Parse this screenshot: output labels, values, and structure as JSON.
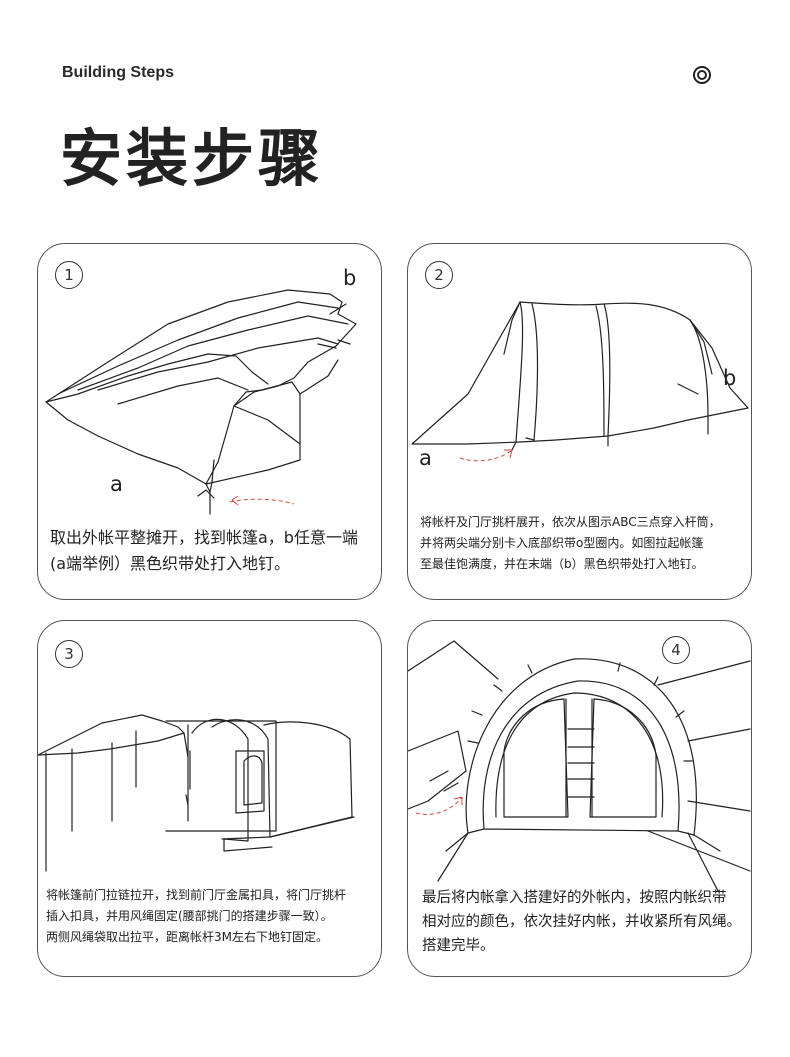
{
  "header": {
    "label": "Building Steps",
    "icon": "target-circle-icon"
  },
  "title": "安装步骤",
  "steps": [
    {
      "number": "1",
      "tags": [
        "a",
        "b"
      ],
      "lines": [
        "取出外帐平整摊开，找到帐篷a，b任意一端",
        "(a端举例）黑色织带处打入地钉。"
      ]
    },
    {
      "number": "2",
      "tags": [
        "a",
        "b"
      ],
      "lines": [
        "将帐杆及门厅挑杆展开，依次从图示ABC三点穿入杆筒，",
        "并将两尖端分别卡入底部织带o型圈内。如图拉起帐篷",
        "至最佳饱满度，并在末端（b）黑色织带处打入地钉。"
      ]
    },
    {
      "number": "3",
      "tags": [],
      "lines": [
        "将帐篷前门拉链拉开，找到前门厅金属扣具，将门厅挑杆",
        "插入扣具，并用风绳固定(腰部挑门的搭建步骤一致）。",
        "两侧风绳袋取出拉平，距离帐杆3M左右下地钉固定。"
      ]
    },
    {
      "number": "4",
      "tags": [],
      "lines": [
        "最后将内帐拿入搭建好的外帐内，按照内帐织带",
        "相对应的颜色，依次挂好内帐，并收紧所有风绳。",
        "搭建完毕。"
      ]
    }
  ],
  "colors": {
    "line_art": "#222222",
    "arrow_accent": "#d9463c",
    "panel_border": "#555555"
  }
}
